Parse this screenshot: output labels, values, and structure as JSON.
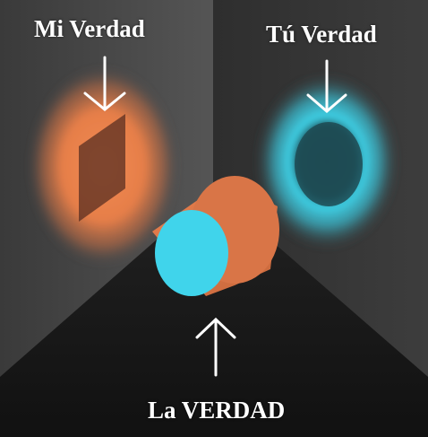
{
  "labels": {
    "left": "Mi Verdad",
    "right": "Tú Verdad",
    "bottom": "La VERDAD"
  },
  "colors": {
    "orange": "#e8804e",
    "cyan": "#3fd6ec",
    "left_wall": "#4a4a4a",
    "right_wall": "#333333",
    "floor": "#1b1b1b"
  },
  "icons": [
    "arrow-down-icon",
    "arrow-down-icon",
    "arrow-up-icon"
  ]
}
